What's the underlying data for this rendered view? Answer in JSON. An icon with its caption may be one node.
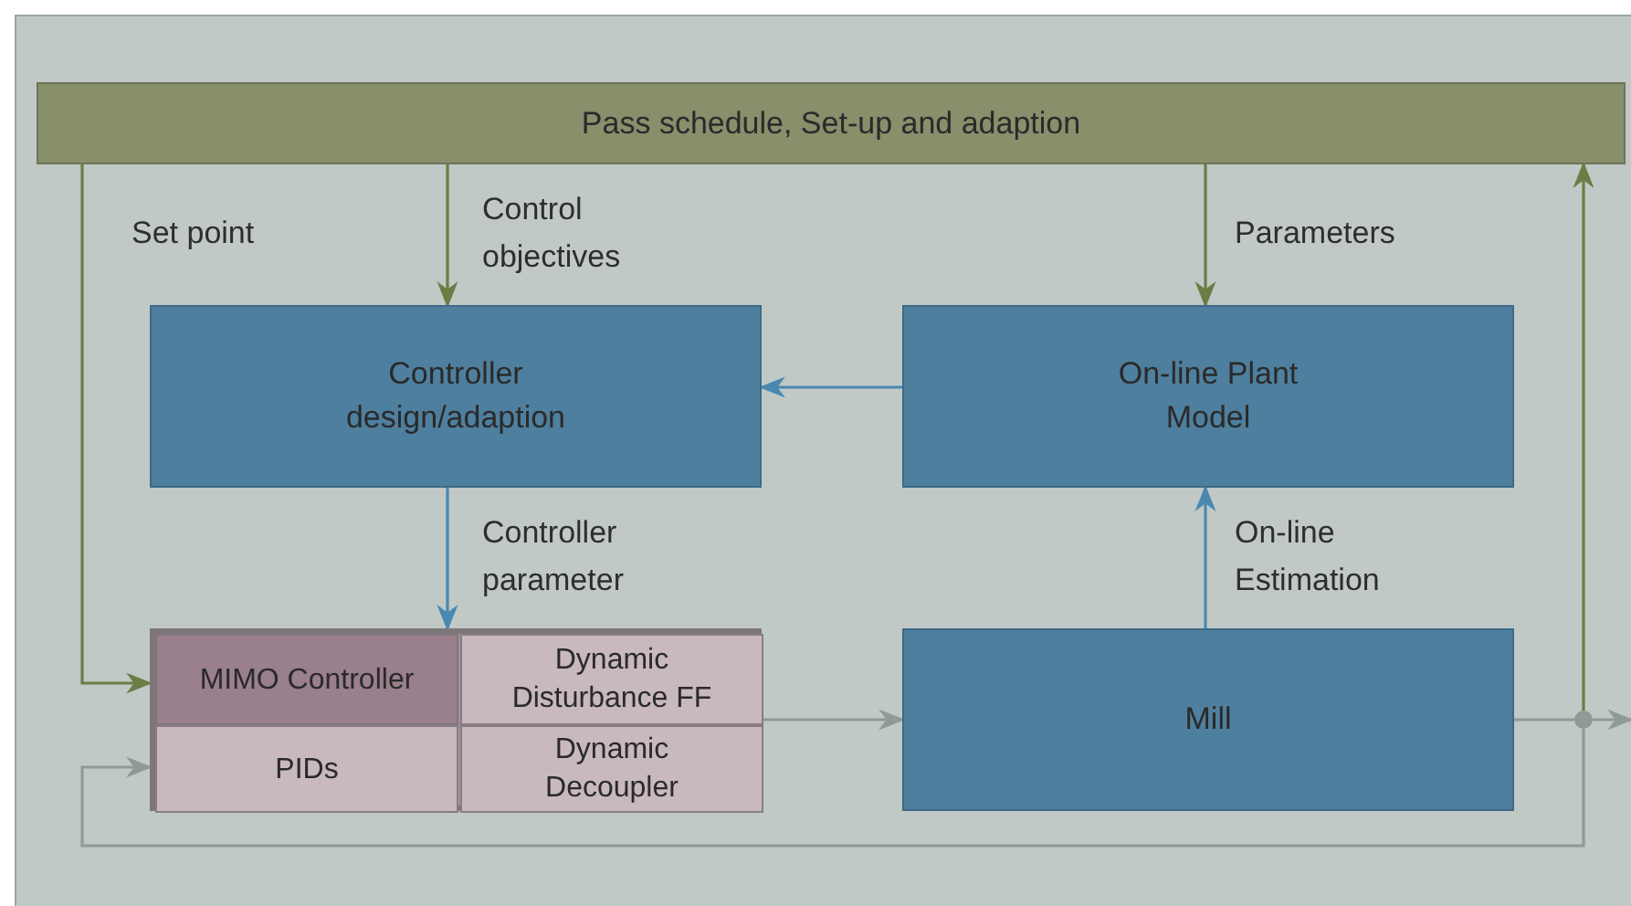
{
  "diagram": {
    "nodes": [
      {
        "text": [
          "Pass schedule, Set-up and adaption"
        ]
      },
      {
        "text": [
          "Controller design/adaption"
        ]
      },
      {
        "text": [
          "On-line Plant Model"
        ]
      },
      {
        "text": [],
        "shape": "box"
      },
      {
        "text": [
          "MIMO Controller"
        ],
        "in": 3
      },
      {
        "text": [
          "Dynamic Disturbance FF"
        ],
        "in": 3
      },
      {
        "text": [
          "PIDs"
        ],
        "in": 3
      },
      {
        "text": [
          "Dynamic Decoupler"
        ],
        "in": 3
      },
      {
        "text": [
          "Mill"
        ]
      },
      {
        "text": [],
        "shape": "circle"
      }
    ],
    "edges": [
      {
        "from": 0,
        "to": 3,
        "arrow": "to",
        "label": "Set point",
        "color": "#6b7d45"
      },
      {
        "from": 0,
        "to": 1,
        "arrow": "to",
        "label": "Control objectives",
        "color": "#6b7d45"
      },
      {
        "from": 0,
        "to": 2,
        "arrow": "to",
        "label": "Parameters",
        "color": "#6b7d45"
      },
      {
        "from": 2,
        "to": 1,
        "arrow": "to",
        "color": "#4a88b0"
      },
      {
        "from": 1,
        "to": 3,
        "arrow": "to",
        "label": "Controller parameter",
        "color": "#4a88b0"
      },
      {
        "from": 8,
        "to": 2,
        "arrow": "to",
        "label": "On-line Estimation",
        "color": "#4a88b0"
      },
      {
        "from": 3,
        "to": 8,
        "arrow": "to",
        "color": "#8e9a98"
      },
      {
        "from": 8,
        "to": 9,
        "arrow": "none",
        "color": "#8e9a98"
      },
      {
        "from": 9,
        "to": null,
        "arrow": "to",
        "color": "#8e9a98"
      },
      {
        "from": 9,
        "to": 0,
        "arrow": "to",
        "color": "#6b7d45"
      },
      {
        "from": 9,
        "to": 3,
        "arrow": "to",
        "color": "#8e9a98"
      }
    ]
  }
}
